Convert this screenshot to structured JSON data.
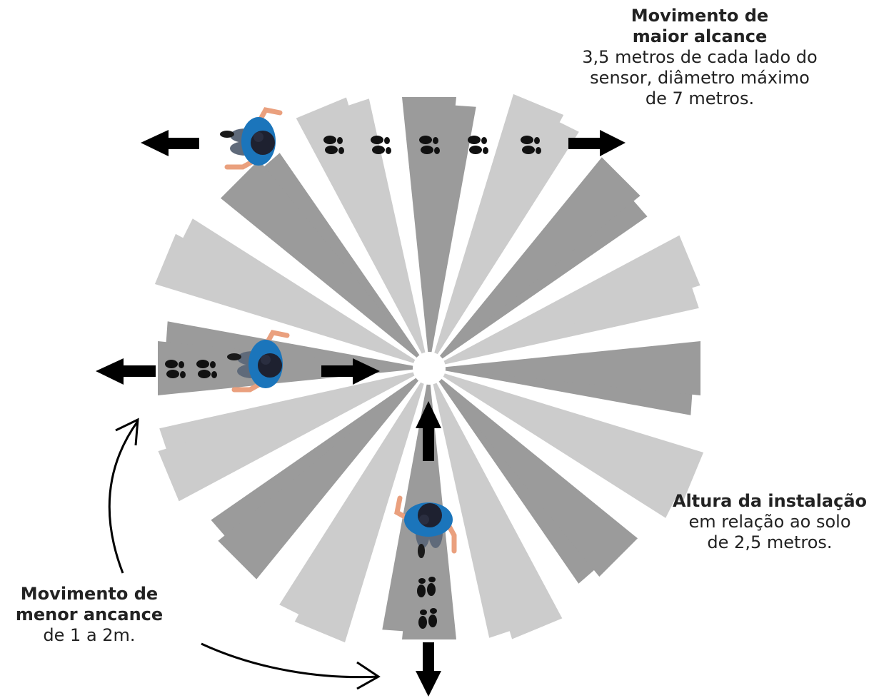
{
  "labels": {
    "max_reach": {
      "title_line1": "Movimento de",
      "title_line2": "maior alcance",
      "desc_line1": "3,5 metros de cada lado do",
      "desc_line2": "sensor, diâmetro máximo",
      "desc_line3": "de 7 metros."
    },
    "install_height": {
      "title": "Altura da instalação",
      "desc_line1": "em relação ao solo",
      "desc_line2": "de 2,5 metros."
    },
    "min_reach": {
      "title_line1": "Movimento de",
      "title_line2": "menor ancance",
      "desc": "de 1 a 2m."
    }
  },
  "colors": {
    "dark_gray": "#9b9b9b",
    "light_gray": "#cccccc",
    "shirt_blue": "#1b75bb",
    "pants_gray": "#5f6a7a",
    "skin": "#eaa07e",
    "hair": "#1e2130",
    "arrow_black": "#000000"
  },
  "icons": [
    "sensor-circle-icon",
    "walking-person-icon",
    "footprints-icon",
    "direction-arrow-icon",
    "curved-arrow-icon"
  ]
}
